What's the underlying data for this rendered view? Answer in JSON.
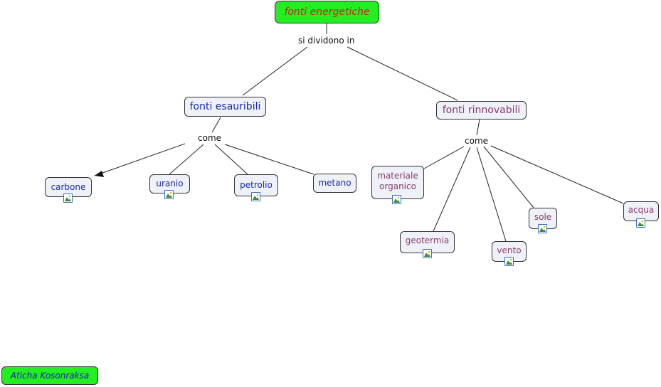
{
  "root": "fonti energetiche",
  "root_link": "si dividono in",
  "branches": {
    "esauribili": {
      "label": "fonti esauribili",
      "link": "come",
      "items": [
        "carbone",
        "uranio",
        "petrolio",
        "metano"
      ]
    },
    "rinnovabili": {
      "label": "fonti rinnovabili",
      "link": "come",
      "items": [
        "materiale organico",
        "geotermia",
        "vento",
        "sole",
        "acqua"
      ]
    }
  },
  "author": "Aticha Kosonraksa",
  "colors": {
    "root_fill": "#22ee22",
    "root_text": "#d42020",
    "esauribili_text": "#1c2aa8",
    "rinnovabili_text": "#8b3a70",
    "node_fill": "#eef1f7"
  },
  "icons": {
    "attachment": "image-icon"
  }
}
